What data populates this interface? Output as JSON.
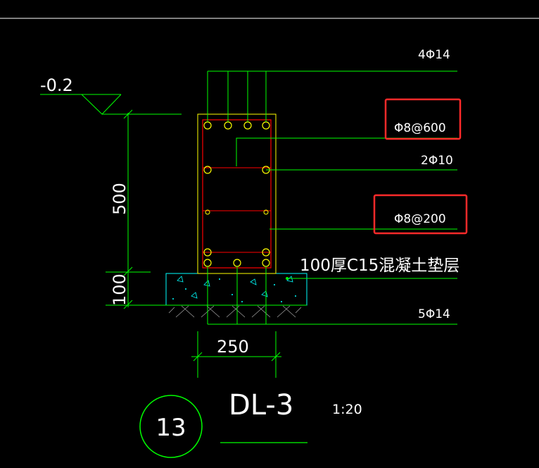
{
  "drawing": {
    "elevation": "-0.2",
    "dim_height": "500",
    "dim_pad": "100",
    "dim_width": "250",
    "title": "DL-3",
    "scale": "1:20",
    "detail_no": "13"
  },
  "labels": {
    "top_bars": "4Φ14",
    "stirrup_600": "Φ8@600",
    "mid_bars": "2Φ10",
    "stirrup_200": "Φ8@200",
    "pad_note": "100厚C15混凝土垫层",
    "bottom_bars": "5Φ14"
  },
  "colors": {
    "line": "#00ff00",
    "concrete": "#ff0000",
    "rebar": "#ffff00",
    "pad": "#00ffff",
    "highlight": "#ff2a2a",
    "text": "#ffffff"
  }
}
